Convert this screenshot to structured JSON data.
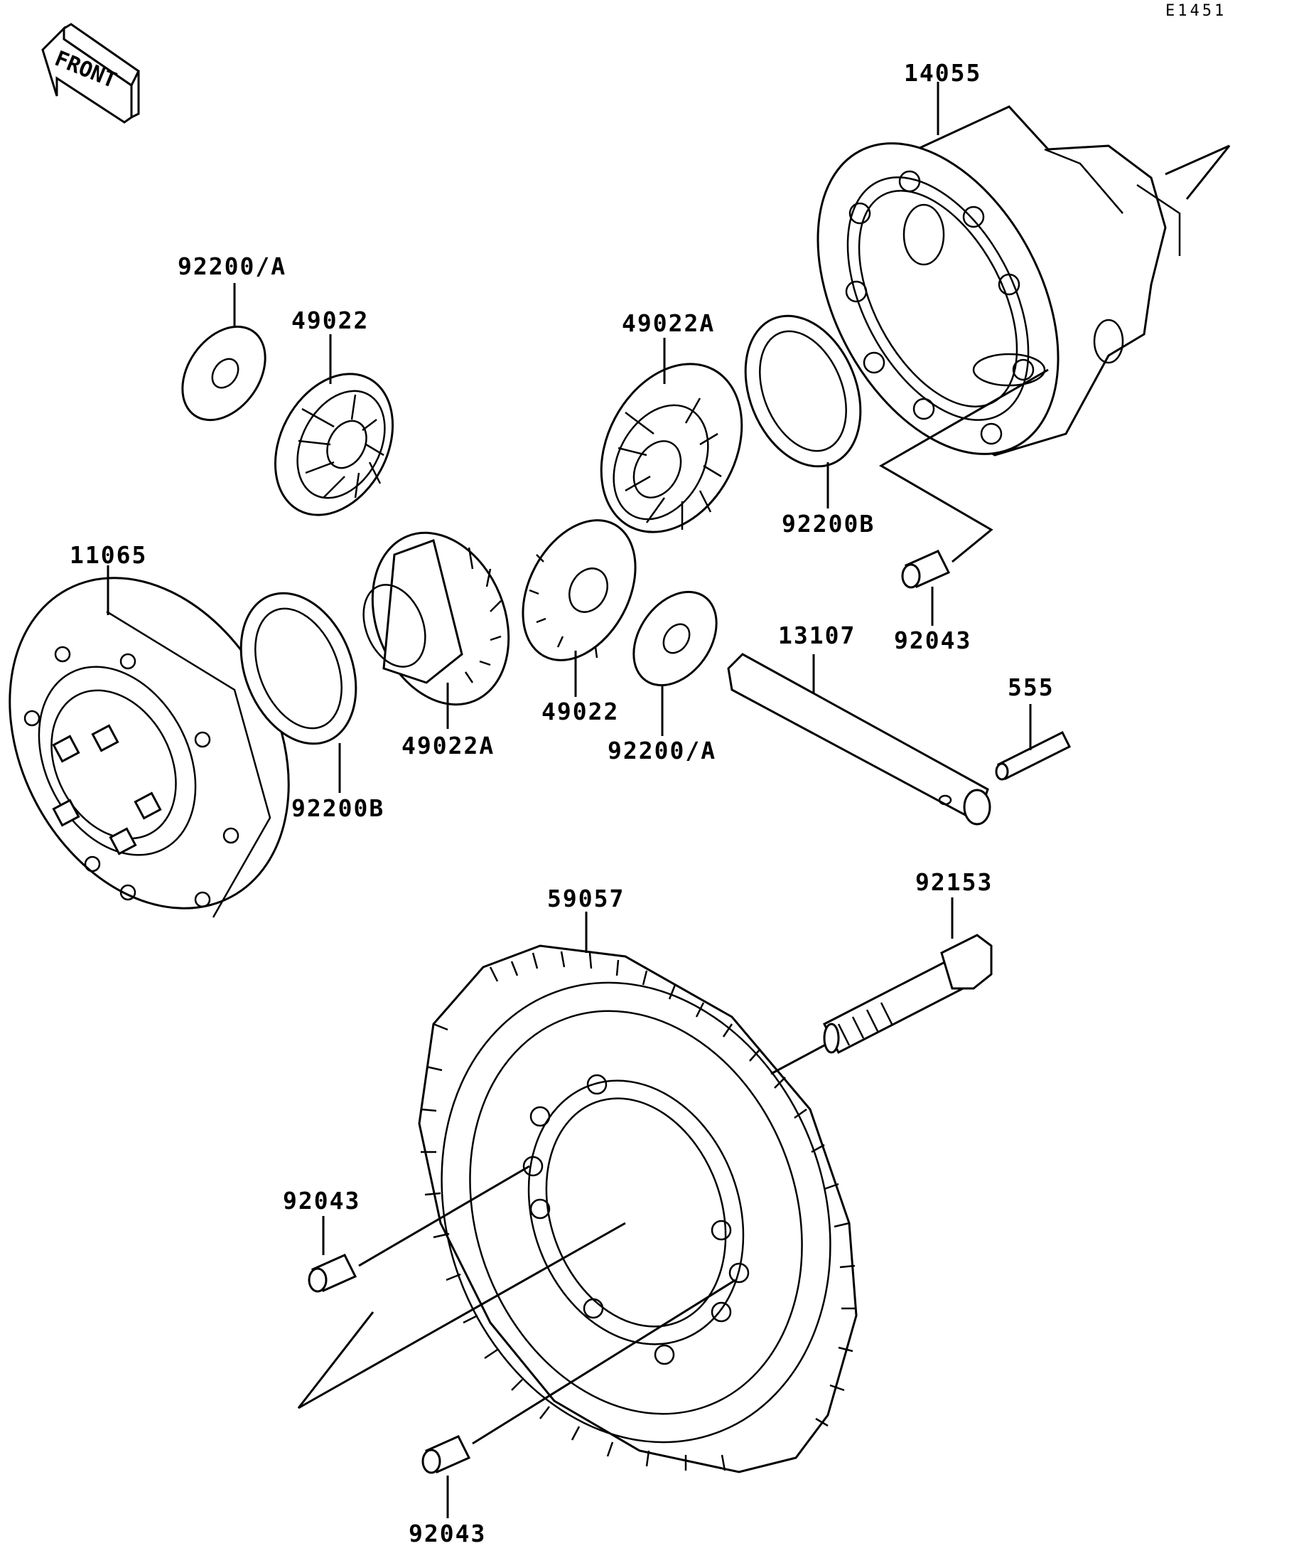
{
  "diagram_code": "E1451",
  "front_label": "FRONT",
  "labels": {
    "p14055": "14055",
    "p92200a_1": "92200/A",
    "p49022_1": "49022",
    "p49022a_1": "49022A",
    "p92200b_1": "92200B",
    "p11065": "11065",
    "p92043_1": "92043",
    "p13107": "13107",
    "p555": "555",
    "p92200b_2": "92200B",
    "p49022a_2": "49022A",
    "p49022_2": "49022",
    "p92200a_2": "92200/A",
    "p59057": "59057",
    "p92153": "92153",
    "p92043_2": "92043",
    "p92043_3": "92043"
  }
}
